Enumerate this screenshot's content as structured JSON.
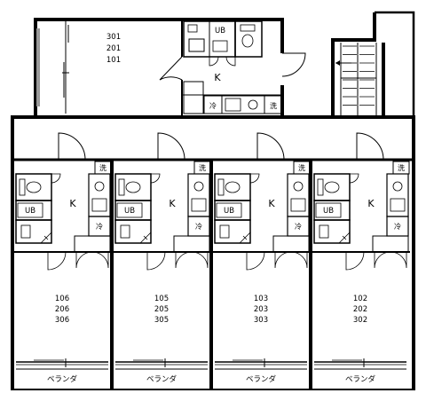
{
  "top_unit": {
    "room_numbers": [
      "301",
      "201",
      "101"
    ],
    "kitchen_label": "K",
    "bath_label": "UB",
    "fridge_label": "冷",
    "washer_label": "洗"
  },
  "units": [
    {
      "room_numbers": [
        "106",
        "206",
        "306"
      ],
      "kitchen_label": "K",
      "bath_label": "UB",
      "fridge_label": "冷",
      "washer_label": "洗",
      "balcony_label": "ベランダ"
    },
    {
      "room_numbers": [
        "105",
        "205",
        "305"
      ],
      "kitchen_label": "K",
      "bath_label": "UB",
      "fridge_label": "冷",
      "washer_label": "洗",
      "balcony_label": "ベランダ"
    },
    {
      "room_numbers": [
        "103",
        "203",
        "303"
      ],
      "kitchen_label": "K",
      "bath_label": "UB",
      "fridge_label": "冷",
      "washer_label": "洗",
      "balcony_label": "ベランダ"
    },
    {
      "room_numbers": [
        "102",
        "202",
        "302"
      ],
      "kitchen_label": "K",
      "bath_label": "UB",
      "fridge_label": "冷",
      "washer_label": "洗",
      "balcony_label": "ベランダ"
    }
  ]
}
